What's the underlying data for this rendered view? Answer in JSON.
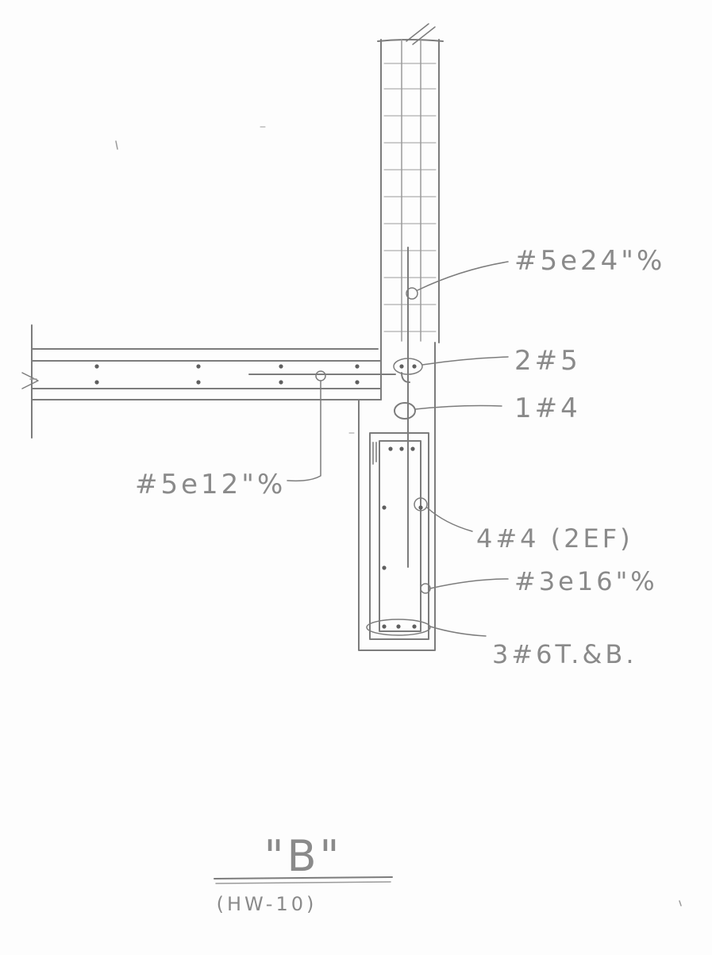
{
  "labels": {
    "vertical_bars": "#5e24\"%",
    "top_bars": "2#5",
    "corner_bar": "1#4",
    "slab_bars": "#5e12\"%",
    "side_bars": "4#4 (2EF)",
    "stirrups": "#3e16\"%",
    "bottom_bars": "3#6T.&B."
  },
  "detail": {
    "title": "\"B\"",
    "reference": "(HW-10)"
  }
}
